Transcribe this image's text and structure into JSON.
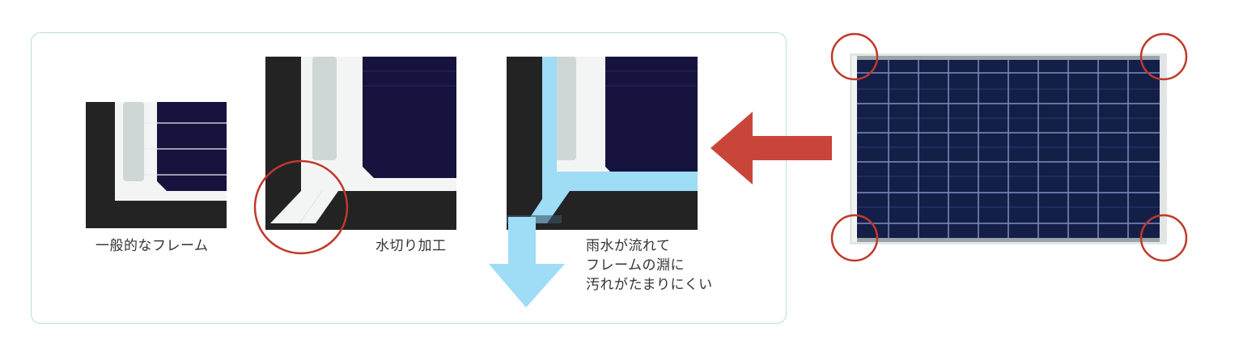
{
  "labels": {
    "general_frame": "一般的なフレーム",
    "drain_process": "水切り加工",
    "result_line1": "雨水が流れて",
    "result_line2": "フレームの淵に",
    "result_line3": "汚れがたまりにくい"
  },
  "colors": {
    "frame_dark": "#232323",
    "frame_light": "#f3f5f4",
    "cell_glass": "#cfd6d6",
    "cell_navy": "#16133f",
    "water_blue": "#9fdcf6",
    "arrow_red": "#c9453a",
    "circle_red": "#c0392b",
    "panel_border": "#b6e3c9"
  },
  "icons": [
    "water-flow-arrow-icon",
    "direction-arrow-icon",
    "highlight-circle-icon"
  ]
}
